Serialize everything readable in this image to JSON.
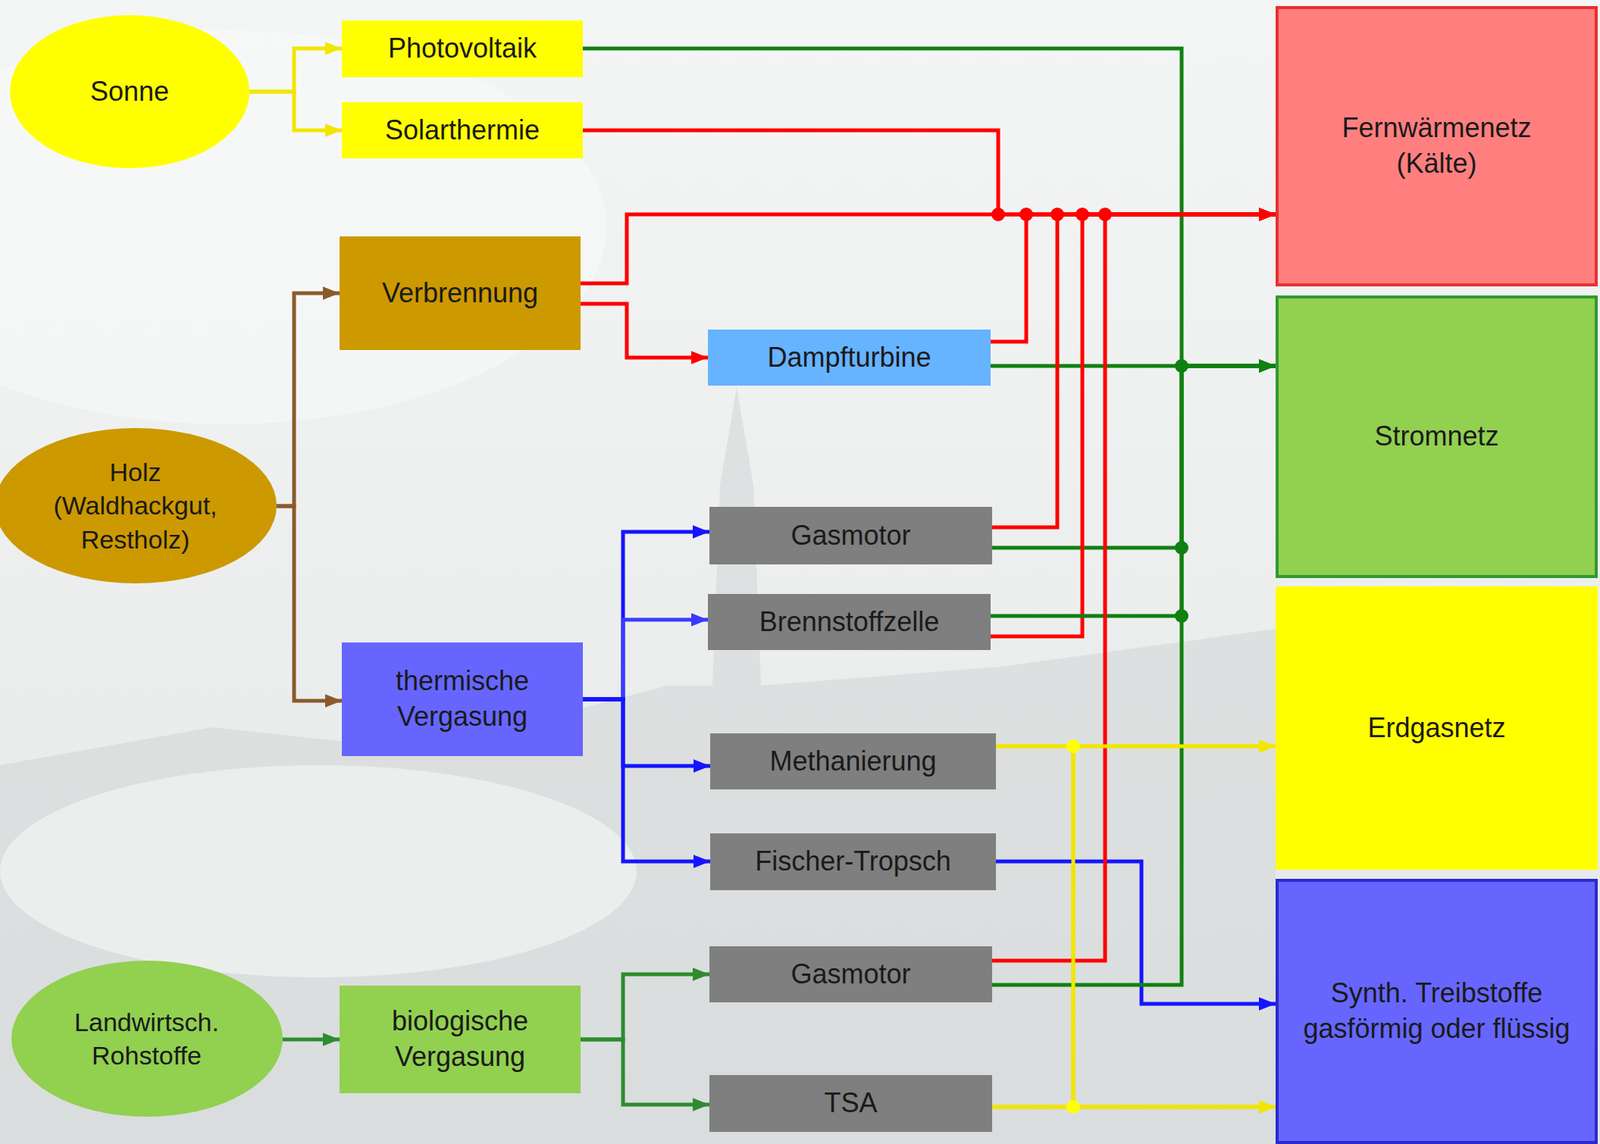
{
  "diagram": {
    "nodes": [
      {
        "text": [
          "Sonne"
        ]
      },
      {
        "text": [
          "Photovoltaik"
        ]
      },
      {
        "text": [
          "Solarthermie"
        ]
      },
      {
        "text": [
          "Holz (Waldhackgut, Restholz)"
        ]
      },
      {
        "text": [
          "Verbrennung"
        ]
      },
      {
        "text": [
          "Dampfturbine"
        ]
      },
      {
        "text": [
          "thermische Vergasung"
        ]
      },
      {
        "text": [
          "Gasmotor"
        ]
      },
      {
        "text": [
          "Brennstoffzelle"
        ]
      },
      {
        "text": [
          "Methanierung"
        ]
      },
      {
        "text": [
          "Fischer-Tropsch"
        ]
      },
      {
        "text": [
          "Landwirtsch. Rohstoffe"
        ]
      },
      {
        "text": [
          "biologische Vergasung"
        ]
      },
      {
        "text": [
          "Gasmotor"
        ]
      },
      {
        "text": [
          "TSA"
        ]
      },
      {
        "text": [
          "Fernwärmenetz (Kälte)"
        ]
      },
      {
        "text": [
          "Stromnetz"
        ]
      },
      {
        "text": [
          "Erdgasnetz"
        ]
      },
      {
        "text": [
          "Synth. Treibstoffe gasförmig oder flüssig"
        ]
      }
    ],
    "edges": [
      {
        "from": 0,
        "to": 1,
        "arrow": "to"
      },
      {
        "from": 0,
        "to": 2,
        "arrow": "to"
      },
      {
        "from": 1,
        "to": 16,
        "arrow": "to"
      },
      {
        "from": 2,
        "to": 15,
        "arrow": "to"
      },
      {
        "from": 3,
        "to": 4,
        "arrow": "to"
      },
      {
        "from": 3,
        "to": 6,
        "arrow": "to"
      },
      {
        "from": 4,
        "to": 15,
        "arrow": "to"
      },
      {
        "from": 4,
        "to": 5,
        "arrow": "to"
      },
      {
        "from": 5,
        "to": 15,
        "arrow": "to"
      },
      {
        "from": 5,
        "to": 16,
        "arrow": "to"
      },
      {
        "from": 6,
        "to": 7,
        "arrow": "to"
      },
      {
        "from": 6,
        "to": 8,
        "arrow": "to"
      },
      {
        "from": 6,
        "to": 9,
        "arrow": "to"
      },
      {
        "from": 6,
        "to": 10,
        "arrow": "to"
      },
      {
        "from": 7,
        "to": 15,
        "arrow": "to"
      },
      {
        "from": 7,
        "to": 16,
        "arrow": "to"
      },
      {
        "from": 8,
        "to": 15,
        "arrow": "to"
      },
      {
        "from": 8,
        "to": 16,
        "arrow": "to"
      },
      {
        "from": 9,
        "to": 17,
        "arrow": "to"
      },
      {
        "from": 9,
        "to": 18,
        "arrow": "to"
      },
      {
        "from": 10,
        "to": 18,
        "arrow": "to"
      },
      {
        "from": 11,
        "to": 12,
        "arrow": "to"
      },
      {
        "from": 12,
        "to": 13,
        "arrow": "to"
      },
      {
        "from": 12,
        "to": 14,
        "arrow": "to"
      },
      {
        "from": 13,
        "to": 15,
        "arrow": "to"
      },
      {
        "from": 13,
        "to": 16,
        "arrow": "to"
      },
      {
        "from": 14,
        "to": 17,
        "arrow": "to"
      },
      {
        "from": 14,
        "to": 18,
        "arrow": "to"
      }
    ]
  }
}
